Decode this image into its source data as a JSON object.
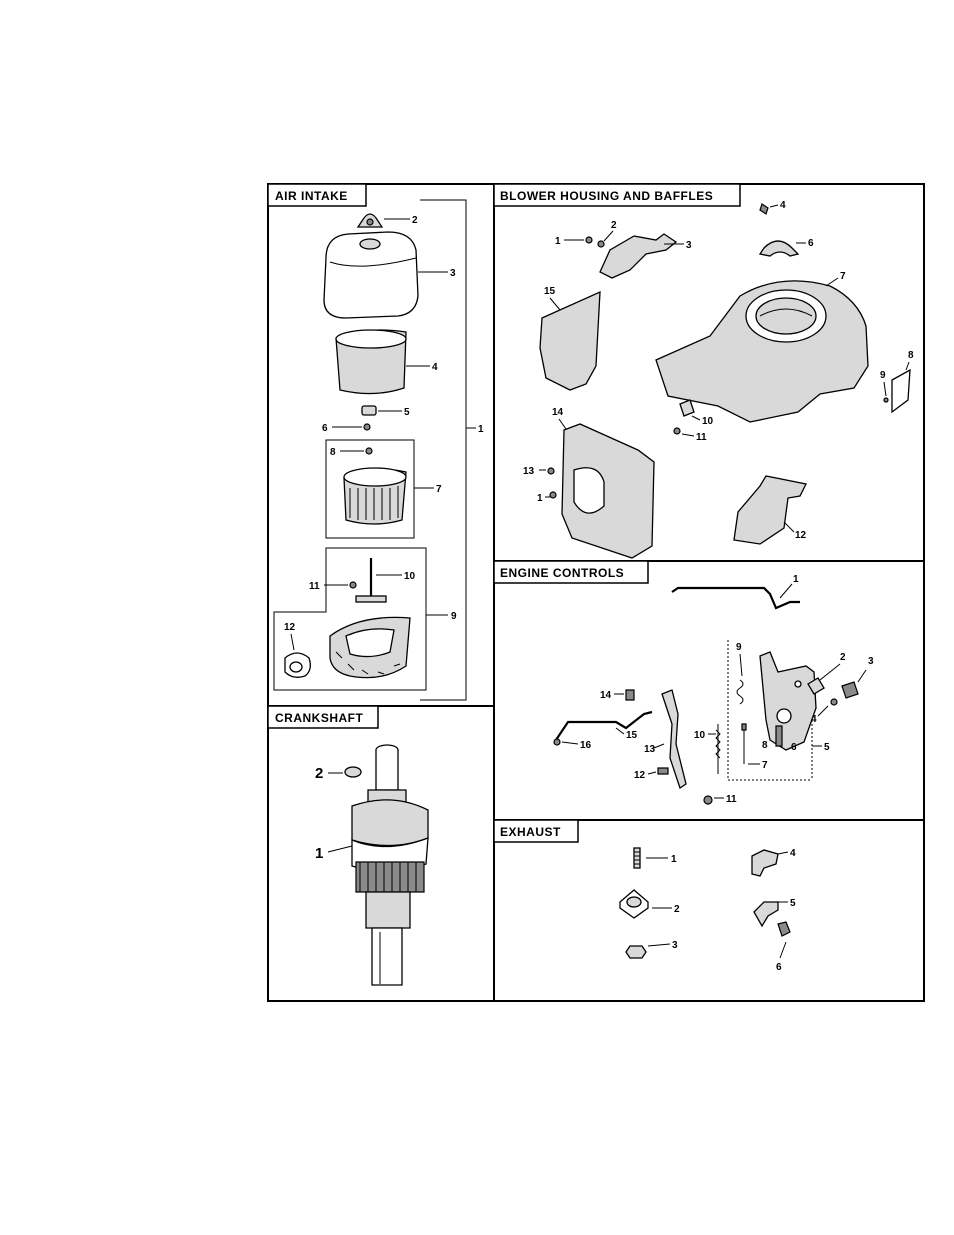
{
  "panels": {
    "air_intake": {
      "title": "AIR INTAKE",
      "callouts": [
        "1",
        "2",
        "3",
        "4",
        "5",
        "6",
        "7",
        "8",
        "9",
        "10",
        "11",
        "12"
      ]
    },
    "blower_housing": {
      "title": "BLOWER HOUSING AND BAFFLES",
      "callouts": [
        "1",
        "2",
        "3",
        "4",
        "6",
        "7",
        "8",
        "9",
        "10",
        "11",
        "12",
        "13",
        "14",
        "15",
        "1"
      ]
    },
    "engine_controls": {
      "title": "ENGINE CONTROLS",
      "callouts": [
        "1",
        "2",
        "3",
        "4",
        "5",
        "6",
        "7",
        "8",
        "9",
        "10",
        "11",
        "12",
        "13",
        "14",
        "15",
        "16"
      ]
    },
    "crankshaft": {
      "title": "CRANKSHAFT",
      "callouts": [
        "1",
        "2"
      ]
    },
    "exhaust": {
      "title": "EXHAUST",
      "callouts": [
        "1",
        "2",
        "3",
        "4",
        "5",
        "6"
      ]
    }
  }
}
